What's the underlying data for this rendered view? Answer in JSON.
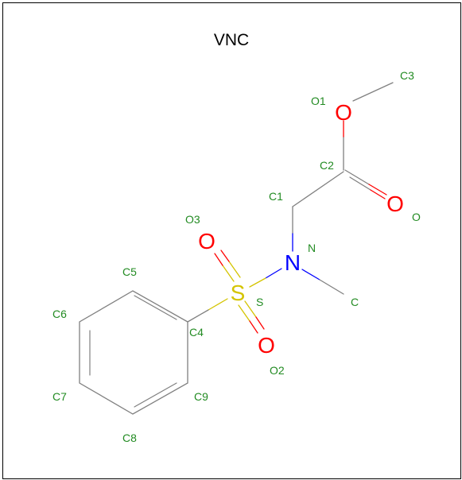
{
  "title": "VNC",
  "colors": {
    "frame": "#000000",
    "label": "#228B22",
    "bond": "#808080",
    "oxygen": "#FF0000",
    "nitrogen": "#0000FF",
    "sulfur": "#D4C400",
    "title": "#000000"
  },
  "atoms": [
    {
      "id": "O1",
      "element": "O"
    },
    {
      "id": "O",
      "element": "O"
    },
    {
      "id": "N",
      "element": "N"
    },
    {
      "id": "S",
      "element": "S"
    },
    {
      "id": "O3",
      "element": "O"
    },
    {
      "id": "O2",
      "element": "O"
    }
  ],
  "labels": [
    "C3",
    "O1",
    "C2",
    "C1",
    "O",
    "O3",
    "N",
    "C5",
    "S",
    "C",
    "C6",
    "C4",
    "O2",
    "C7",
    "C9",
    "C8"
  ]
}
